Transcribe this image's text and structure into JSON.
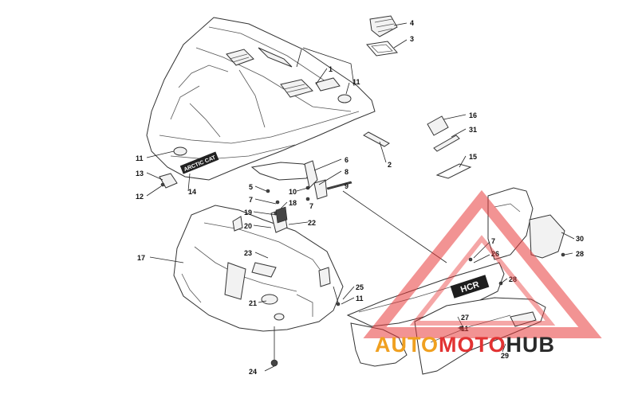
{
  "diagram": {
    "callouts": [
      "1",
      "2",
      "3",
      "4",
      "5",
      "6",
      "7",
      "8",
      "9",
      "10",
      "11",
      "12",
      "13",
      "14",
      "15",
      "16",
      "17",
      "18",
      "19",
      "20",
      "21",
      "22",
      "23",
      "24",
      "25",
      "26",
      "27",
      "28",
      "29",
      "30",
      "31"
    ],
    "decals": {
      "hood_brand": "ARCTIC CAT",
      "panel_brand": "HCR"
    }
  },
  "watermark": {
    "part1": "AUTO",
    "part2": "MOTO",
    "part3": "HUB",
    "colors": {
      "auto": "#f0a020",
      "moto": "#e23232",
      "hub": "#2a2a2a",
      "triangle": "#e83a3a"
    }
  }
}
